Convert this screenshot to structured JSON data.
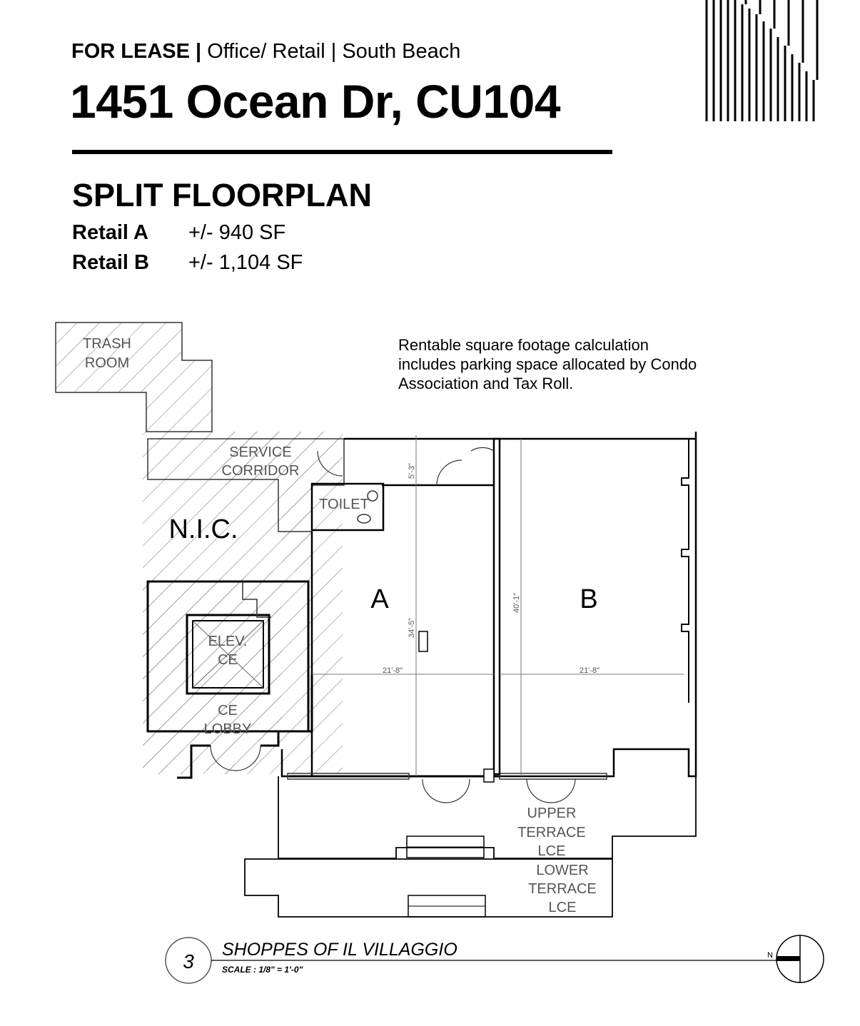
{
  "header": {
    "status": "FOR LEASE |",
    "category": "Office/ Retail | South Beach",
    "address": "1451 Ocean Dr, CU104"
  },
  "section": {
    "title": "SPLIT FLOORPLAN",
    "units": [
      {
        "name": "Retail A",
        "area": "+/- 940 SF"
      },
      {
        "name": "Retail B",
        "area": "+/- 1,104 SF"
      }
    ]
  },
  "note": "Rentable square footage calculation includes parking space allocated by Condo Association and Tax Roll.",
  "plan": {
    "rooms": {
      "trash_1": "TRASH",
      "trash_2": "ROOM",
      "service_1": "SERVICE",
      "service_2": "CORRIDOR",
      "toilet": "TOILET",
      "nic": "N.I.C.",
      "elev_1": "ELEV.",
      "elev_2": "CE",
      "lobby_1": "CE",
      "lobby_2": "LOBBY",
      "unit_a": "A",
      "unit_b": "B",
      "upper_1": "UPPER",
      "upper_2": "TERRACE",
      "upper_3": "LCE",
      "lower_1": "LOWER",
      "lower_2": "TERRACE",
      "lower_3": "LCE"
    },
    "dimensions": {
      "corridor_depth": "5'-3\"",
      "a_depth": "34'-5\"",
      "b_depth": "40'-1\"",
      "a_width": "21'-8\"",
      "b_width": "21'-8\""
    },
    "title_block": {
      "number": "3",
      "name": "SHOPPES OF IL VILLAGGIO",
      "scale": "SCALE : 1/8\" = 1'-0\""
    },
    "north": "N"
  }
}
